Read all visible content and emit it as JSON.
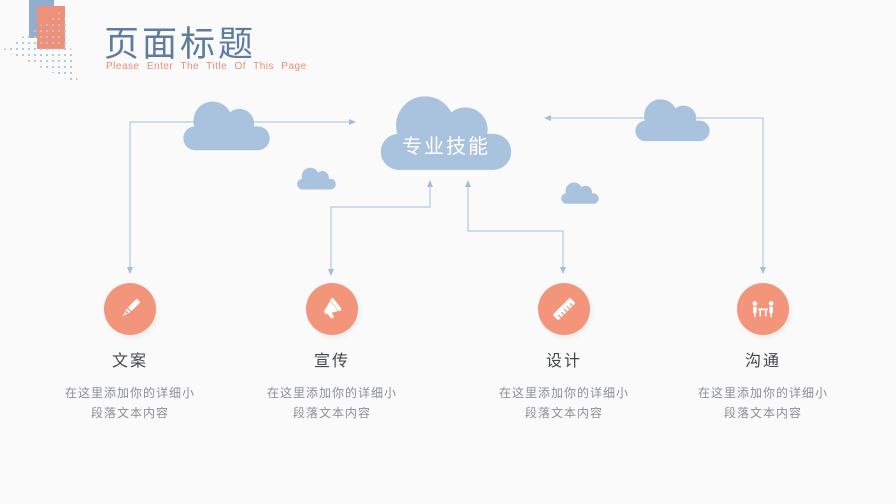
{
  "slide": {
    "title": "页面标题",
    "subtitle": "Please  Enter  The  Title  Of  This  Page"
  },
  "center_cloud": {
    "label": "专业技能"
  },
  "items": [
    {
      "title": "文案",
      "desc_line1": "在这里添加你的详细小",
      "desc_line2": "段落文本内容",
      "icon": "pen-icon"
    },
    {
      "title": "宣传",
      "desc_line1": "在这里添加你的详细小",
      "desc_line2": "段落文本内容",
      "icon": "megaphone-icon"
    },
    {
      "title": "设计",
      "desc_line1": "在这里添加你的详细小",
      "desc_line2": "段落文本内容",
      "icon": "ruler-icon"
    },
    {
      "title": "沟通",
      "desc_line1": "在这里添加你的详细小",
      "desc_line2": "段落文本内容",
      "icon": "meeting-icon"
    }
  ],
  "colors": {
    "background": "#fafafa",
    "cloud_blue": "#a9c2de",
    "connector_blue": "#a7bdd7",
    "circle_salmon": "#f2957b",
    "title_blue": "#5e7ca0",
    "subtitle_salmon": "#e88e70",
    "heading_gray": "#44474a",
    "body_gray": "#8b8f94",
    "deco_blue": "#92aecf",
    "deco_salmon": "#ef9079"
  }
}
